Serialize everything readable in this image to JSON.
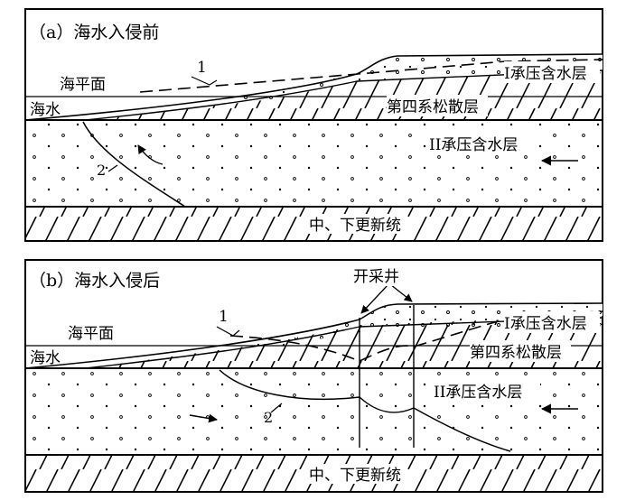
{
  "panel_a": {
    "title": "（a）海水入侵前",
    "sea_level": "海平面",
    "seawater": "海水",
    "line1": "1",
    "line2": "2",
    "aquifer1": "I承压含水层",
    "quaternary": "第四系松散层",
    "aquifer2": "II承压含水层",
    "bedrock": "中、下更新统"
  },
  "panel_b": {
    "title": "（b）海水入侵后",
    "well": "开采井",
    "sea_level": "海平面",
    "seawater": "海水",
    "line1": "1",
    "line2": "2",
    "aquifer1": "I承压含水层",
    "quaternary": "第四系松散层",
    "aquifer2": "II承压含水层",
    "bedrock": "中、下更新统"
  },
  "colors": {
    "stroke": "#000000",
    "background": "#ffffff"
  }
}
